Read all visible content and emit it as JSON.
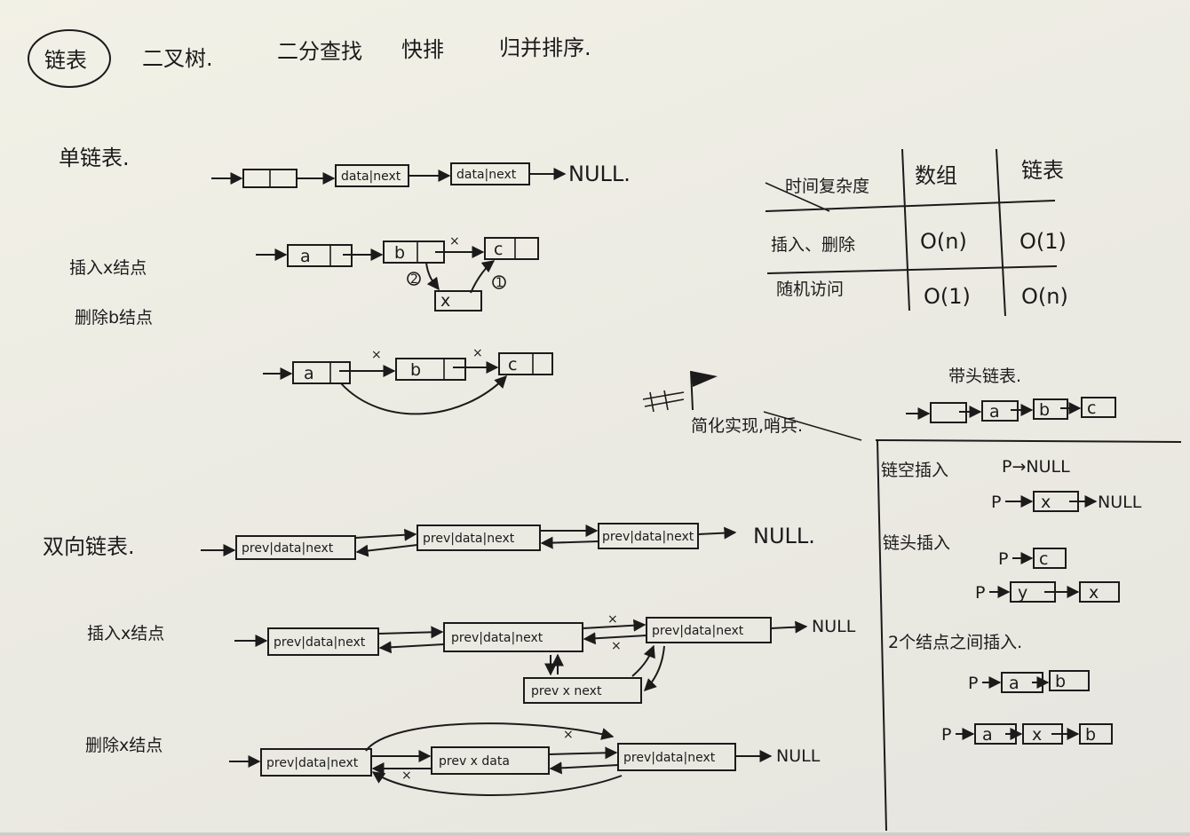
{
  "topics": [
    "链表",
    "二叉树.",
    "二分查找",
    "快排",
    "归并排序."
  ],
  "singly": {
    "label": "单链表.",
    "nodes": [
      "",
      "data|next",
      "data|next"
    ],
    "end": "NULL."
  },
  "singly_insert": {
    "label": "插入x结点",
    "nodes": [
      "a",
      "b",
      "c"
    ],
    "new_node": "x",
    "step1": "1",
    "step2": "2",
    "cut": "×"
  },
  "singly_delete": {
    "label": "删除b结点",
    "nodes": [
      "a",
      "b",
      "c"
    ],
    "cut": "×"
  },
  "doubly": {
    "label": "双向链表.",
    "node": "prev|data|next",
    "end": "NULL."
  },
  "doubly_insert": {
    "label": "插入x结点",
    "node": "prev|data|next",
    "new_node": "prev  x  next",
    "end": "NULL",
    "cut1": "×",
    "cut2": "×"
  },
  "doubly_delete": {
    "label": "删除x结点",
    "node": "prev|data|next",
    "mid_node": "prev  x  data",
    "end": "NULL",
    "cut": "×"
  },
  "complexity": {
    "header_top": "链表",
    "header_mid": "数组",
    "header_corner": "时间复杂度",
    "rows": [
      {
        "op": "插入、删除",
        "array": "O(n)",
        "list": "O(1)"
      },
      {
        "op": "随机访问",
        "array": "O(1)",
        "list": "O(n)"
      }
    ]
  },
  "sentinel": {
    "label": "带头链表.",
    "tag": "简化实现,哨兵.",
    "nodes": [
      "",
      "a",
      "b",
      "c"
    ]
  },
  "empty_insert": {
    "label": "链空插入",
    "p": "P",
    "line1": "P→NULL",
    "node": "x",
    "end": "NULL"
  },
  "head_insert": {
    "label": "链头插入",
    "p": "P",
    "node1": "c",
    "node2": "y",
    "node3": "x"
  },
  "middle_insert": {
    "label": "2个结点之间插入.",
    "p": "P",
    "nodes": [
      "a",
      "b",
      "x"
    ]
  }
}
